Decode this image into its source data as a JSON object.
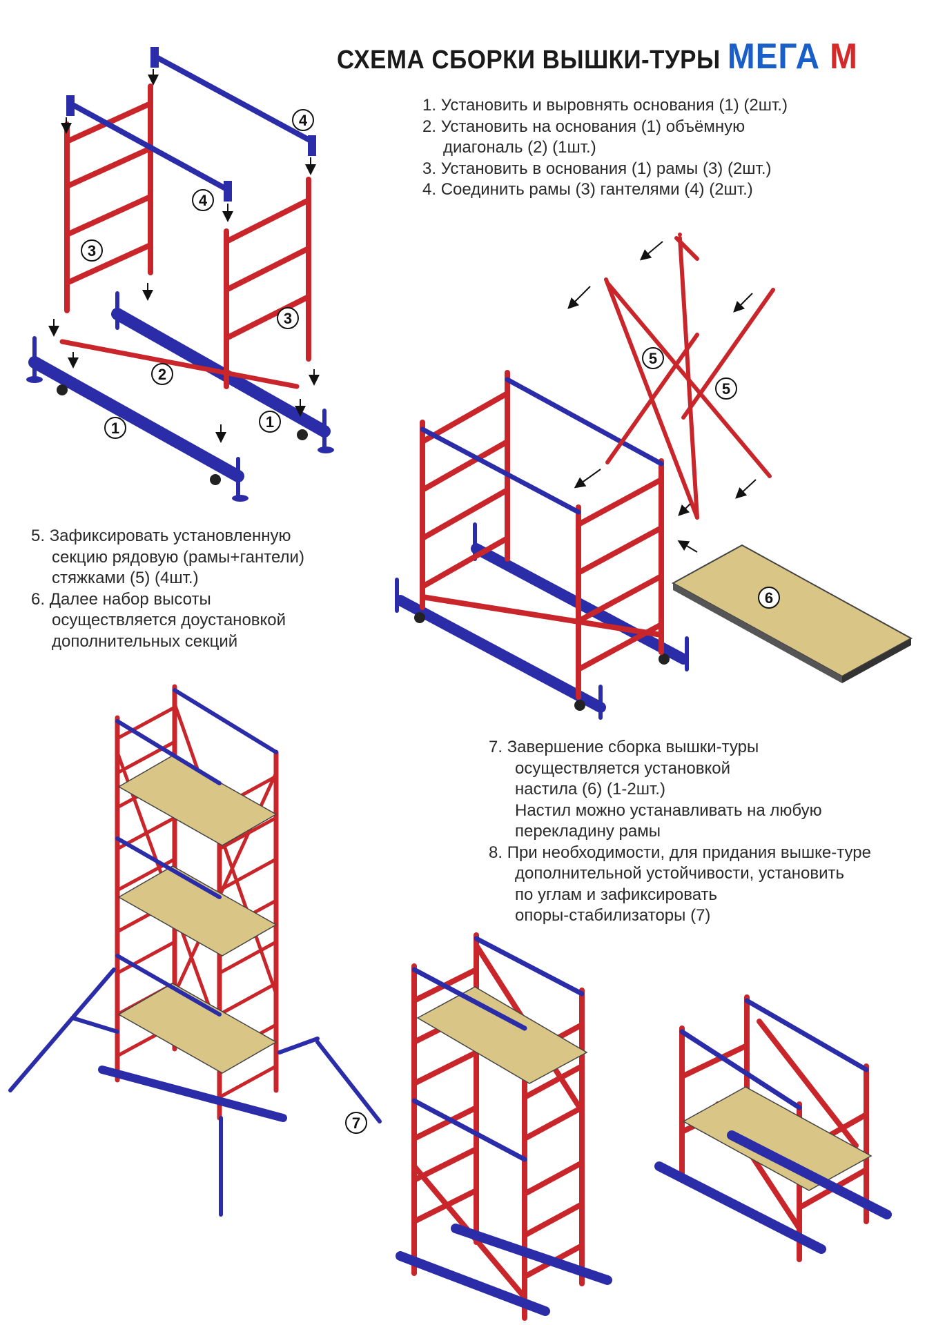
{
  "title": {
    "main": "СХЕМА СБОРКИ ВЫШКИ-ТУРЫ",
    "brand": "МЕГА",
    "brand_suffix": "М"
  },
  "colors": {
    "frame_red": "#c8262a",
    "base_blue": "#2a2ca8",
    "deck": "#d9c586",
    "brand_blue": "#1a5fc7",
    "brand_red": "#d42a2a"
  },
  "steps_block1": [
    {
      "number": "1.",
      "lines": [
        "Установить и выровнять основания (1) (2шт.)"
      ]
    },
    {
      "number": "2.",
      "lines": [
        "Установить на основания (1) объёмную",
        "диагональ (2) (1шт.)"
      ]
    },
    {
      "number": "3.",
      "lines": [
        "Установить в основания (1) рамы (3) (2шт.)"
      ]
    },
    {
      "number": "4.",
      "lines": [
        "Соединить рамы (3) гантелями (4) (2шт.)"
      ]
    }
  ],
  "steps_block2": [
    {
      "number": "5.",
      "lines": [
        "Зафиксировать установленную",
        "секцию рядовую (рамы+гантели)",
        "стяжками (5) (4шт.)"
      ]
    },
    {
      "number": "6.",
      "lines": [
        "Далее набор высоты",
        "осуществляется доустановкой",
        "дополнительных  секций"
      ]
    }
  ],
  "steps_block3": [
    {
      "number": "7.",
      "lines": [
        "Завершение сборка вышки-туры",
        "осуществляется установкой",
        "настила (6) (1-2шт.)",
        "Настил можно устанавливать на любую",
        "перекладину рамы"
      ]
    },
    {
      "number": "8.",
      "lines": [
        "При необходимости, для придания вышке-туре",
        "дополнительной устойчивости, установить",
        "по углам и зафиксировать",
        "опоры-стабилизаторы (7)"
      ]
    }
  ],
  "part_tags": {
    "base_a": "1",
    "base_b": "1",
    "diagonal": "2",
    "frame_a": "3",
    "frame_b": "3",
    "dumbbell_a": "4",
    "dumbbell_b": "4",
    "brace_a": "5",
    "brace_b": "5",
    "deck": "6",
    "stabilizer": "7"
  }
}
